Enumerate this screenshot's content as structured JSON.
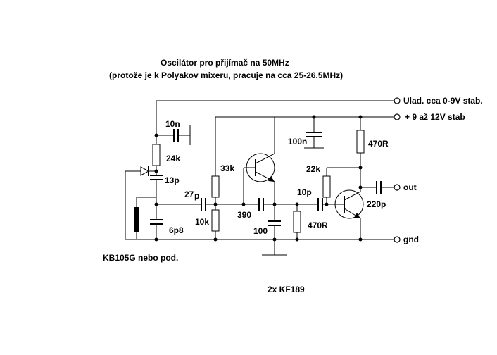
{
  "title": {
    "line1": "Oscilátor pro přijímač na 50MHz",
    "line2": "(protože je k Polyakov mixeru, pracuje na cca 25-26.5MHz)"
  },
  "terminals": {
    "ulad": "Ulad. cca 0-9V stab.",
    "supply": "+ 9 až 12V stab",
    "out": "out",
    "gnd": "gnd"
  },
  "components": {
    "c_10n": "10n",
    "r_24k": "24k",
    "c_13p": "13p",
    "c_6p8": "6p8",
    "c_27p_a": "27",
    "c_27p_b": "p",
    "r_33k": "33k",
    "r_10k": "10k",
    "c_390": "390",
    "c_100": "100",
    "c_100n": "100n",
    "r_22k": "22k",
    "c_10p": "10p",
    "r_470r_mid": "470R",
    "r_470r_top": "470R",
    "c_220p": "220p"
  },
  "notes": {
    "varicap": "KB105G nebo pod.",
    "transistors": "2x KF189"
  }
}
